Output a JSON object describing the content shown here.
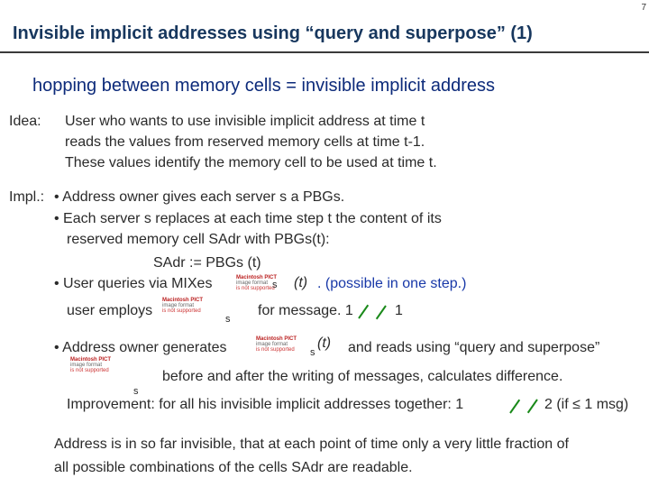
{
  "slide": {
    "page_number": "7",
    "title": "Invisible implicit addresses using “query and superpose” (1)",
    "subtitle": "hopping between memory cells  =  invisible implicit address"
  },
  "idea": {
    "label": "Idea:",
    "lines": [
      "User who wants to use invisible implicit address at time t",
      "reads the values from reserved memory cells at time t-1.",
      "These values identify the memory cell to be used at time t."
    ]
  },
  "impl": {
    "label": "Impl.:",
    "b1": "• Address owner gives each server s a PBGs.",
    "b2a": "• Each server s replaces at each time step t the content of its",
    "b2b": "reserved memory cell SAdr with PBGs(t):",
    "formula": "SAdr := PBGs (t)",
    "b3a": "• User queries via MIXes",
    "b3a_t": "(t)",
    "b3a_s": "s",
    "b3a_tail": ". (possible in one step.)",
    "b3b": "user employs",
    "b3b_s": "s",
    "b3b_tail": "for message. 1",
    "b3b_end": "1",
    "b4a": "• Address owner generates",
    "b4a_s": "s",
    "b4a_t": "(t)",
    "b4a_tail": "and reads using “query and superpose”",
    "b4b_s": "s",
    "b4b": "before and after the writing of messages, calculates difference.",
    "improvement": "Improvement: for all his invisible implicit addresses together: 1",
    "improvement_tail": "2  (if ≤ 1 msg)"
  },
  "conclusion": {
    "line1": "Address is in so far invisible, that at each point of time only a very little fraction of",
    "line2": "all possible combinations of the cells SAdr are readable."
  },
  "pict_placeholder": {
    "l1": "Macintosh PICT",
    "l2": "image format",
    "l3": "is not supported"
  },
  "colors": {
    "title": "#17375e",
    "subtitle": "#0c2a7a",
    "highlight": "#1838a8",
    "arrow": "#1a8a1a"
  }
}
